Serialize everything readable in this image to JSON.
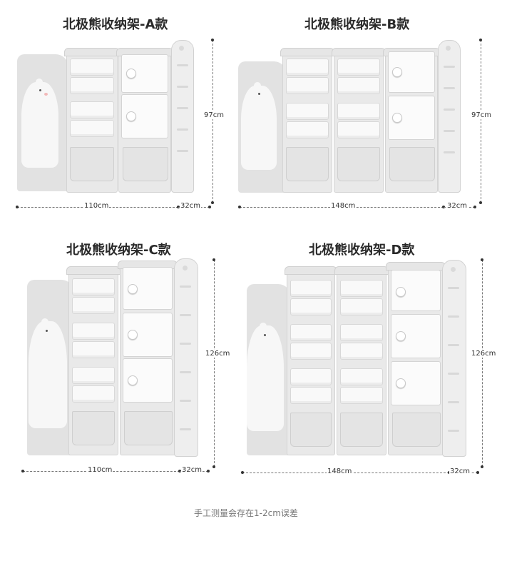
{
  "products": [
    {
      "title": "北极熊收纳架-A款",
      "width_label": "110cm",
      "depth_label": "32cm",
      "height_label": "97cm"
    },
    {
      "title": "北极熊收纳架-B款",
      "width_label": "148cm",
      "depth_label": "32cm",
      "height_label": "97cm"
    },
    {
      "title": "北极熊收纳架-C款",
      "width_label": "110cm",
      "depth_label": "32cm",
      "height_label": "126cm"
    },
    {
      "title": "北极熊收纳架-D款",
      "width_label": "148cm",
      "depth_label": "32cm",
      "height_label": "126cm"
    }
  ],
  "footer_note": "手工测量会存在1-2cm误差",
  "colors": {
    "frame": "#e9e9e9",
    "drawer": "#f9f9f9",
    "tray": "#e4e4e4",
    "text": "#2a2a2a"
  }
}
